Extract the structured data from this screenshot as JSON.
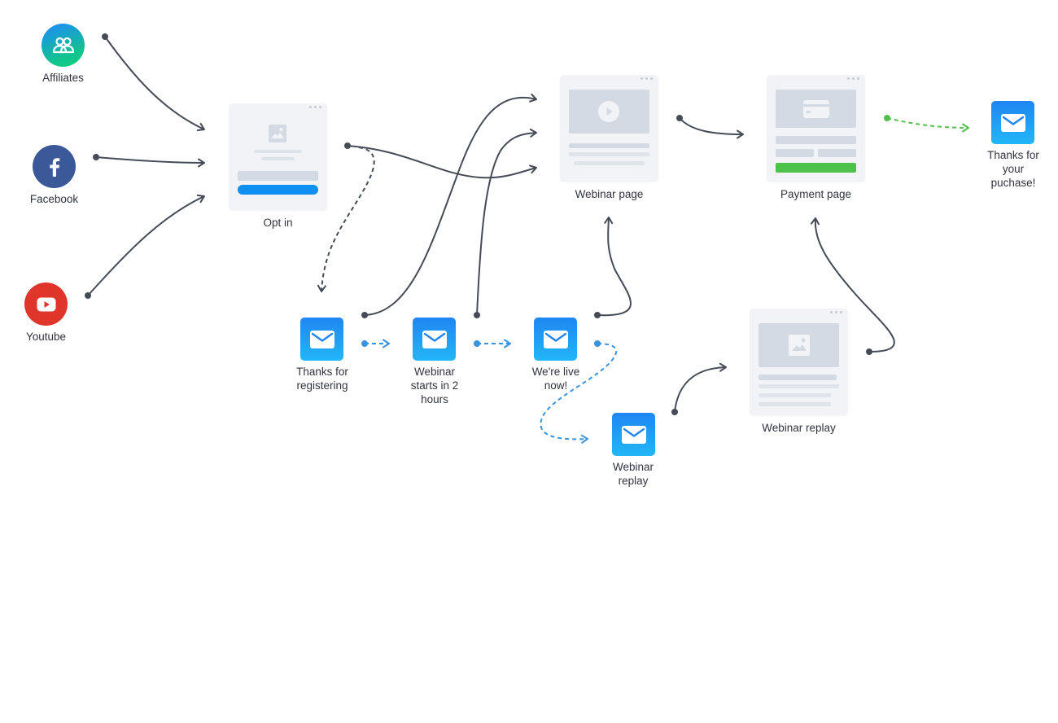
{
  "diagram": {
    "sources": [
      {
        "id": "affiliates",
        "label": "Affiliates",
        "icon": "users-icon",
        "color": "#10c28c"
      },
      {
        "id": "facebook",
        "label": "Facebook",
        "icon": "facebook-icon",
        "color": "#3b5998"
      },
      {
        "id": "youtube",
        "label": "Youtube",
        "icon": "youtube-icon",
        "color": "#e0352b"
      }
    ],
    "pages": [
      {
        "id": "optin",
        "label": "Opt in"
      },
      {
        "id": "webinar_page",
        "label": "Webinar page"
      },
      {
        "id": "payment_page",
        "label": "Payment page"
      },
      {
        "id": "webinar_replay_page",
        "label": "Webinar replay"
      }
    ],
    "emails": [
      {
        "id": "thanks_registering",
        "label": "Thanks for\nregistering"
      },
      {
        "id": "webinar_2_hours",
        "label": "Webinar\nstarts in 2\nhours"
      },
      {
        "id": "live_now",
        "label": "We're live\nnow!"
      },
      {
        "id": "replay_email",
        "label": "Webinar\nreplay"
      },
      {
        "id": "thanks_purchase",
        "label": "Thanks for\nyour\npuchase!"
      }
    ],
    "connections": [
      {
        "from": "affiliates",
        "to": "optin",
        "style": "solid"
      },
      {
        "from": "facebook",
        "to": "optin",
        "style": "solid"
      },
      {
        "from": "youtube",
        "to": "optin",
        "style": "solid"
      },
      {
        "from": "optin",
        "to": "webinar_page",
        "style": "solid"
      },
      {
        "from": "optin",
        "to": "thanks_registering",
        "style": "dashed"
      },
      {
        "from": "thanks_registering",
        "to": "webinar_page",
        "style": "solid"
      },
      {
        "from": "webinar_2_hours",
        "to": "webinar_page",
        "style": "solid"
      },
      {
        "from": "live_now",
        "to": "webinar_page",
        "style": "solid"
      },
      {
        "from": "thanks_registering",
        "to": "webinar_2_hours",
        "style": "dashed-blue"
      },
      {
        "from": "webinar_2_hours",
        "to": "live_now",
        "style": "dashed-blue"
      },
      {
        "from": "live_now",
        "to": "replay_email",
        "style": "dashed-blue"
      },
      {
        "from": "replay_email",
        "to": "webinar_replay_page",
        "style": "solid"
      },
      {
        "from": "webinar_replay_page",
        "to": "payment_page",
        "style": "solid"
      },
      {
        "from": "webinar_page",
        "to": "payment_page",
        "style": "solid"
      },
      {
        "from": "payment_page",
        "to": "thanks_purchase",
        "style": "dashed-green"
      }
    ],
    "colors": {
      "connector": "#454b57",
      "email_connector": "#3a93dd",
      "purchase_connector": "#52c04a",
      "email_tile": "#1f86f3",
      "page_block": "#d3dae3",
      "page_bg": "#f1f3f6",
      "optin_button": "#0f8ff2",
      "payment_button": "#4cc248"
    }
  }
}
